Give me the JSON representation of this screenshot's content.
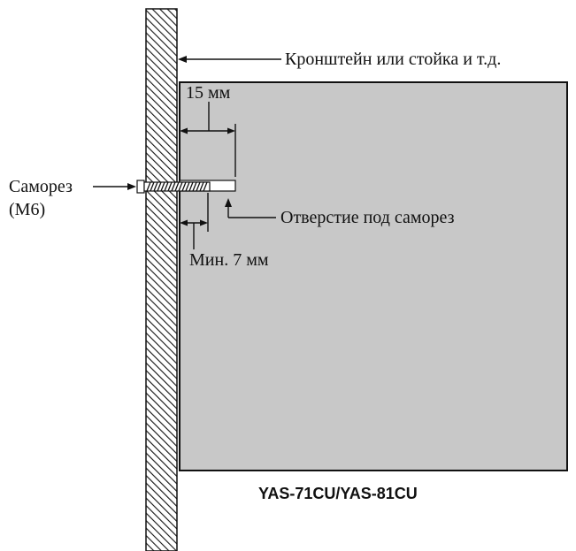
{
  "labels": {
    "bracket": "Кронштейн или стойка и т.д.",
    "depth": "15 мм",
    "screw_line1": "Саморез",
    "screw_line2": "(M6)",
    "hole": "Отверстие под саморез",
    "min_depth": "Мин. 7 мм",
    "model": "YAS-71CU/YAS-81CU"
  },
  "colors": {
    "unit_fill": "#c8c8c8",
    "outline": "#111111",
    "hatch": "#111111",
    "background": "#ffffff"
  }
}
